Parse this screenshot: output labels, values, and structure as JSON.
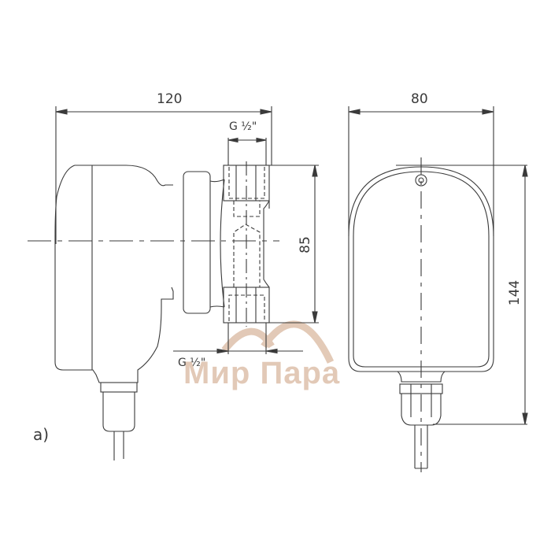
{
  "drawing": {
    "figure_label": "a)",
    "side_view": {
      "overall_length": "120",
      "top_thread": "G ½\"",
      "bottom_thread": "G ½\"",
      "port_spacing": "85"
    },
    "front_view": {
      "width": "80",
      "height": "144"
    },
    "watermark": {
      "text": "Мир Пара",
      "color": "#d9b89f"
    },
    "line_color": "#3a3a3a"
  }
}
